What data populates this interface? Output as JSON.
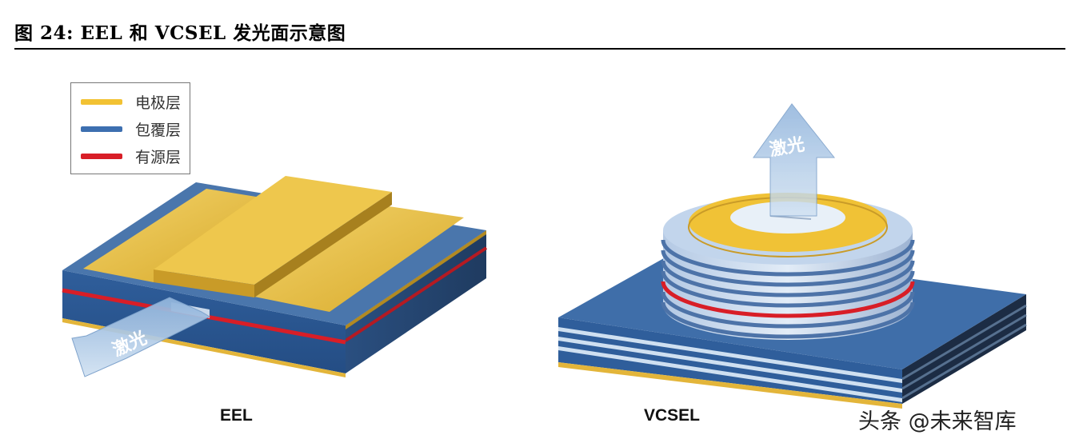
{
  "title": "图  24:  EEL 和 VCSEL 发光面示意图",
  "legend": [
    {
      "label": "电极层",
      "color": "#f2c233"
    },
    {
      "label": "包覆层",
      "color": "#3d6fb0"
    },
    {
      "label": "有源层",
      "color": "#d81e27"
    }
  ],
  "eel": {
    "caption": "EEL",
    "laser_label": "激光"
  },
  "vcsel": {
    "caption": "VCSEL",
    "laser_label": "激光"
  },
  "watermark": "头条 @未来智库",
  "colors": {
    "electrode": "#e9bd3e",
    "cladding": "#2f5e9b",
    "active": "#d81e27",
    "light_layer": "#c6daf0",
    "arrow": "#9fc0e0"
  }
}
